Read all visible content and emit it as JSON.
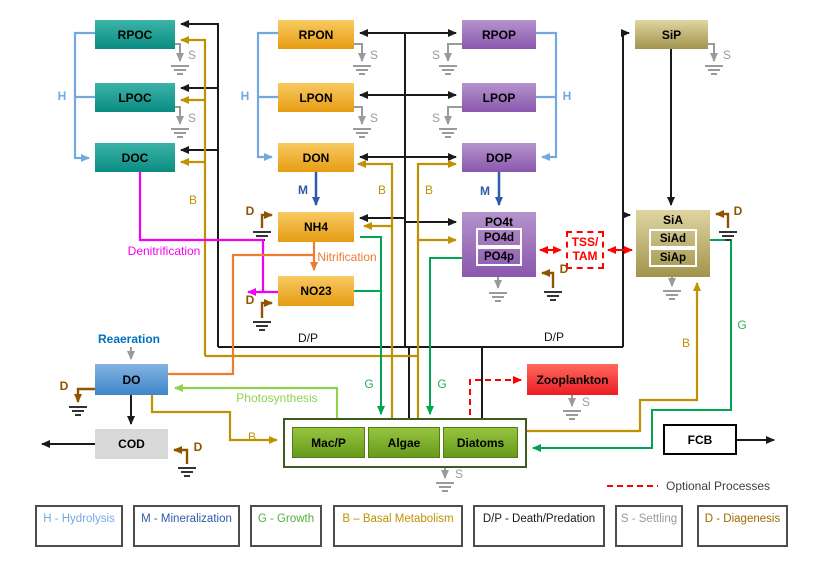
{
  "boxes": {
    "rpoc": "RPOC",
    "lpoc": "LPOC",
    "doc": "DOC",
    "rpon": "RPON",
    "lpon": "LPON",
    "don": "DON",
    "rpop": "RPOP",
    "lpop": "LPOP",
    "dop": "DOP",
    "sip": "SiP",
    "nh4": "NH4",
    "no23": "NO23",
    "po4t": "PO4t",
    "po4d": "PO4d",
    "po4p": "PO4p",
    "sia": "SiA",
    "siad": "SiAd",
    "siap": "SiAp",
    "tss_line1": "TSS/",
    "tss_line2": "TAM",
    "do": "DO",
    "cod": "COD",
    "macp": "Mac/P",
    "algae": "Algae",
    "diatoms": "Diatoms",
    "zooplankton": "Zooplankton",
    "fcb": "FCB"
  },
  "letters": {
    "hydrolysis": "H",
    "mineralization": "M",
    "growth": "G",
    "basal": "B",
    "settling": "S",
    "diagenesis": "D",
    "death_predation": "D/P"
  },
  "process_labels": {
    "denitrification": "Denitrification",
    "nitrification": "Nitrification",
    "reaeration": "Reaeration",
    "photosynthesis": "Photosynthesis"
  },
  "legend": {
    "optional": "Optional Processes",
    "items": [
      {
        "label": "H - Hydrolysis",
        "color": "#74a9e0"
      },
      {
        "label": "M - Mineralization",
        "color": "#2e5ca8"
      },
      {
        "label": "G - Growth",
        "color": "#55b03c"
      },
      {
        "label": "B – Basal Metabolism",
        "color": "#bf9204"
      },
      {
        "label": "D/P - Death/Predation",
        "color": "#1a1a1a"
      },
      {
        "label": "S - Settling",
        "color": "#9a9a9a"
      },
      {
        "label": "D - Diagenesis",
        "color": "#9a6b00"
      }
    ]
  },
  "colors": {
    "carbon_box": "#0a8c81",
    "nitrogen_box": "#e69c12",
    "phosphorus_box": "#8a57ad",
    "silica_box": "#a2944d",
    "do_box": "#3f85c9",
    "cod_box": "#d9d9d9",
    "biota_box": "#679a1b",
    "zooplankton_box": "#eb1c24",
    "optional_dashed": "#ff0000",
    "denitrification": "#f200f2",
    "nitrification": "#ed7d31",
    "reaeration_label": "#0070c0",
    "photosynthesis": "#92d050",
    "death_predation": "#1a1a1a",
    "basal": "#bf9204",
    "settling": "#9a9a9a",
    "diagenesis": "#8f5400",
    "growth": "#00a651",
    "hydrolysis": "#74a9e0",
    "mineralization": "#2e5ca8"
  }
}
